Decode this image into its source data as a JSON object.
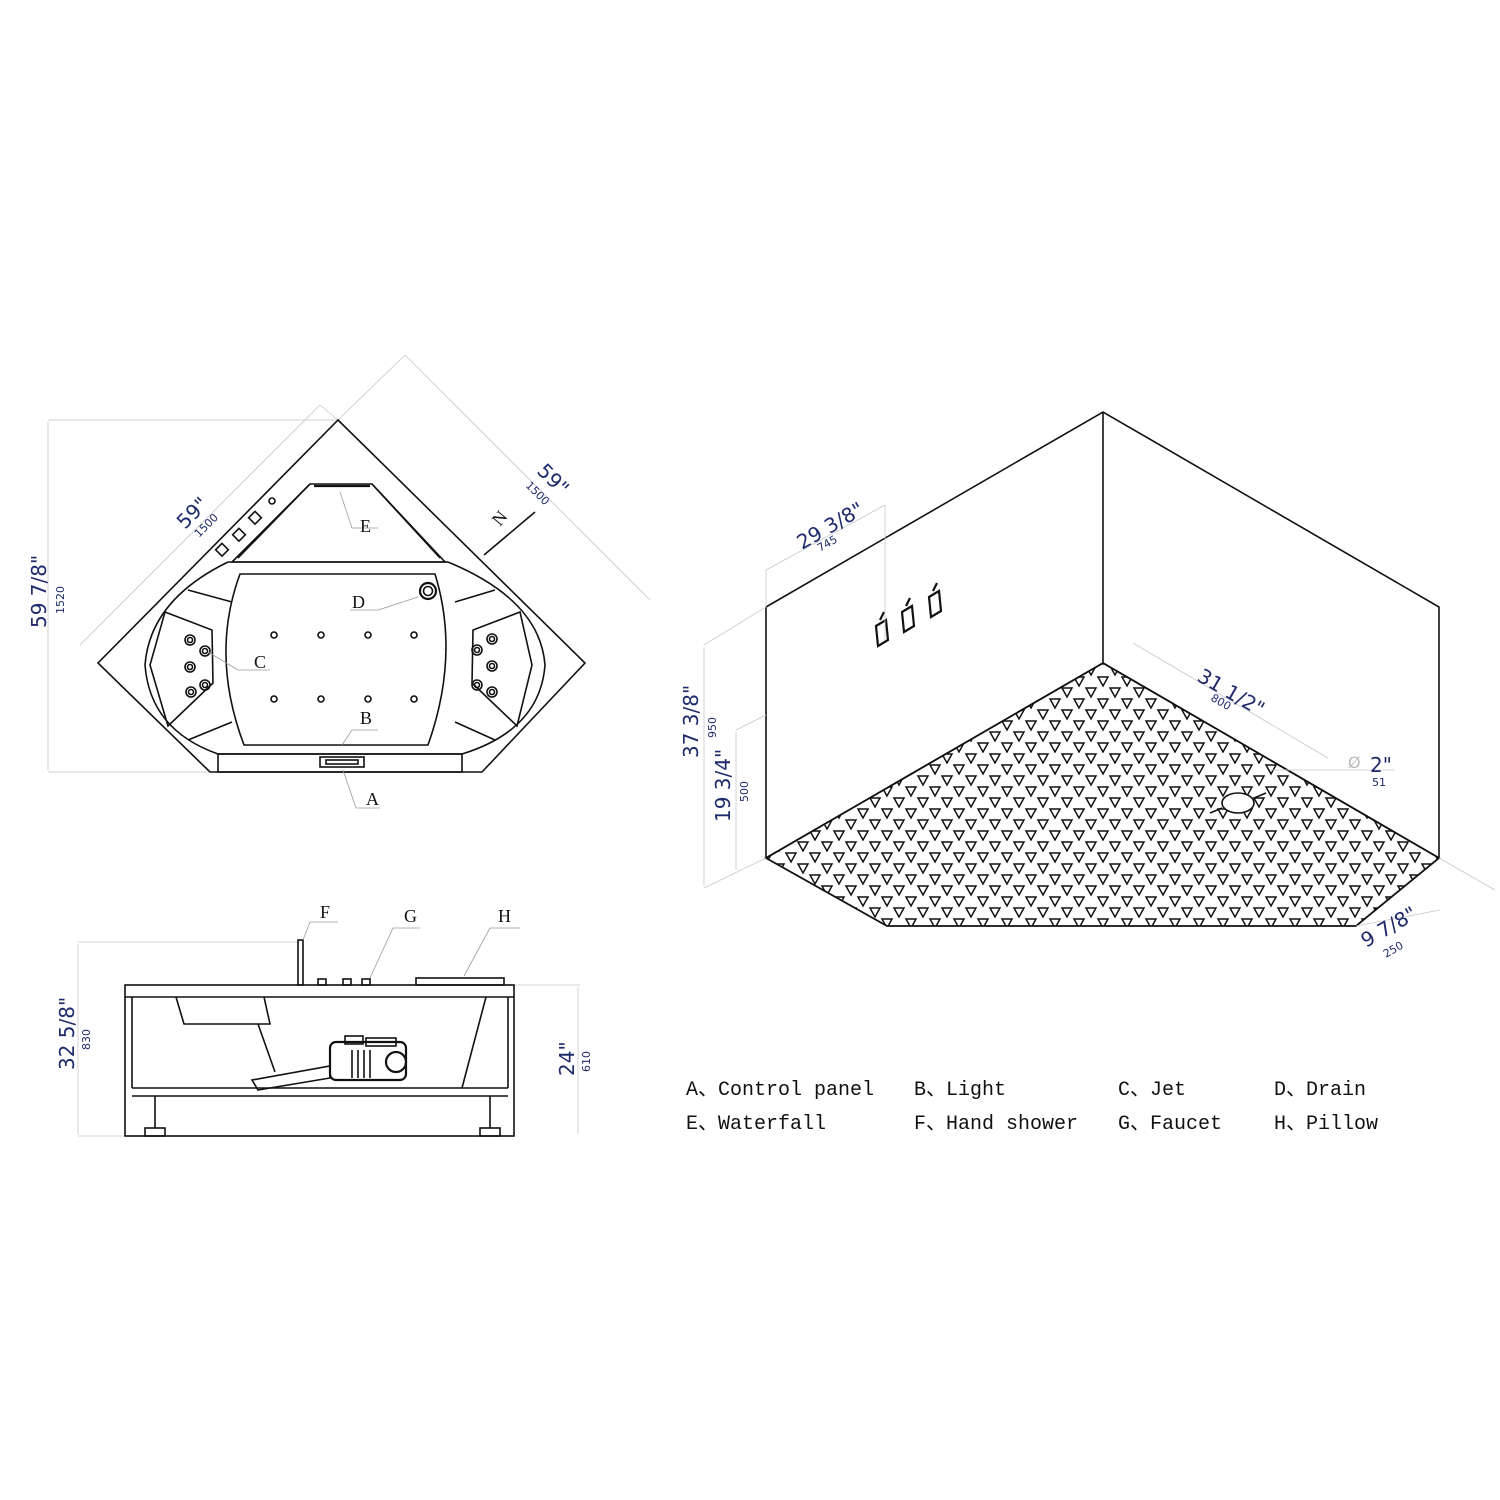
{
  "top_view": {
    "dimensions": {
      "height": {
        "imperial": "59 7/8\"",
        "metric": "1520"
      },
      "side_left": {
        "imperial": "59\"",
        "metric": "1500"
      },
      "side_right": {
        "imperial": "59\"",
        "metric": "1500"
      }
    },
    "callouts": {
      "A": "A",
      "B": "B",
      "C": "C",
      "D": "D",
      "E": "E",
      "N": "N"
    }
  },
  "side_view": {
    "dimensions": {
      "overall_height": {
        "imperial": "32 5/8\"",
        "metric": "830"
      },
      "tub_height": {
        "imperial": "24\"",
        "metric": "610"
      }
    },
    "callouts": {
      "F": "F",
      "G": "G",
      "H": "H"
    }
  },
  "iso_view": {
    "dimensions": {
      "faucet_offset": {
        "imperial": "29 3/8\"",
        "metric": "745"
      },
      "wall_height": {
        "imperial": "37 3/8\"",
        "metric": "950"
      },
      "base_height": {
        "imperial": "19 3/4\"",
        "metric": "500"
      },
      "drain_offset": {
        "imperial": "31 1/2\"",
        "metric": "800"
      },
      "drain_diameter": {
        "symbol": "Ø",
        "imperial": "2\"",
        "metric": "51"
      },
      "front_depth": {
        "imperial": "9 7/8\"",
        "metric": "250"
      }
    }
  },
  "legend": [
    {
      "key": "A",
      "label": "A、Control panel"
    },
    {
      "key": "B",
      "label": "B、Light"
    },
    {
      "key": "C",
      "label": "C、Jet"
    },
    {
      "key": "D",
      "label": "D、Drain"
    },
    {
      "key": "E",
      "label": "E、Waterfall"
    },
    {
      "key": "F",
      "label": "F、Hand shower"
    },
    {
      "key": "G",
      "label": "G、Faucet"
    },
    {
      "key": "H",
      "label": "H、Pillow"
    }
  ],
  "colors": {
    "dimension_text": "#1f2a6b",
    "line": "#111111",
    "extension_line": "#c8c8c8"
  }
}
